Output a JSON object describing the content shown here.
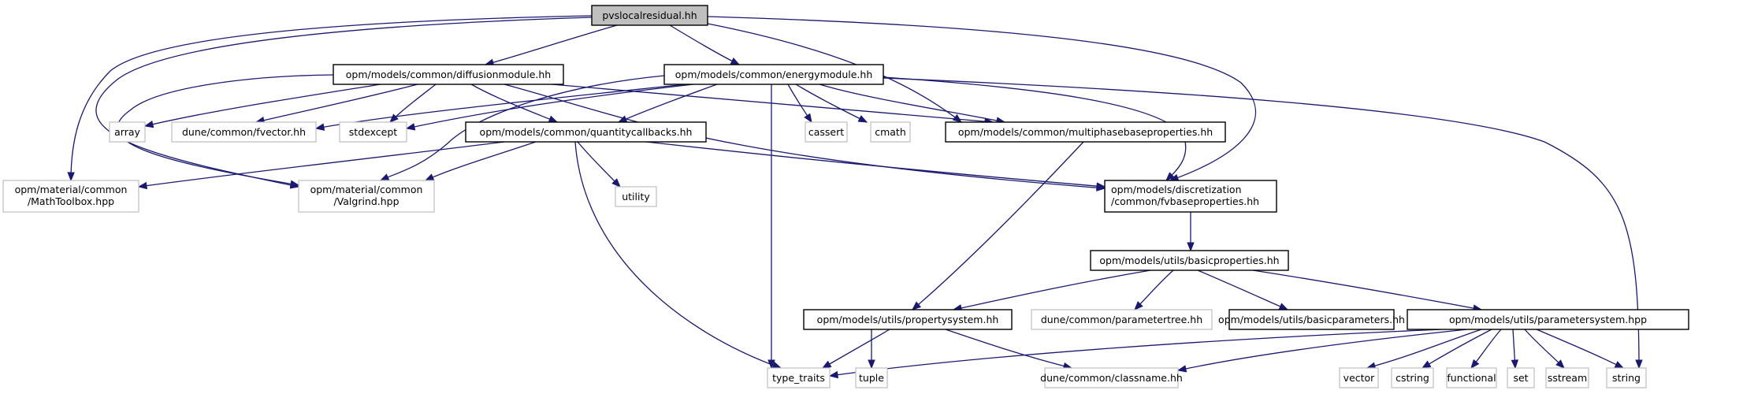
{
  "title": "pvslocalresidual.hh include dependency graph",
  "colors": {
    "edge": "#191970",
    "root_fill": "#bfbfbf",
    "node_border": "#000000",
    "external_border": "#bfbfbf"
  },
  "nodes": [
    {
      "id": "pvslocalresidual",
      "lines": [
        "pvslocalresidual.hh"
      ],
      "kind": "root"
    },
    {
      "id": "diffusionmodule",
      "lines": [
        "opm/models/common/diffusionmodule.hh"
      ],
      "kind": "internal"
    },
    {
      "id": "energymodule",
      "lines": [
        "opm/models/common/energymodule.hh"
      ],
      "kind": "internal"
    },
    {
      "id": "array",
      "lines": [
        "array"
      ],
      "kind": "external"
    },
    {
      "id": "fvector",
      "lines": [
        "dune/common/fvector.hh"
      ],
      "kind": "external"
    },
    {
      "id": "stdexcept",
      "lines": [
        "stdexcept"
      ],
      "kind": "external"
    },
    {
      "id": "quantitycallbacks",
      "lines": [
        "opm/models/common/quantitycallbacks.hh"
      ],
      "kind": "internal"
    },
    {
      "id": "cassert",
      "lines": [
        "cassert"
      ],
      "kind": "external"
    },
    {
      "id": "cmath",
      "lines": [
        "cmath"
      ],
      "kind": "external"
    },
    {
      "id": "multiphasebaseproperties",
      "lines": [
        "opm/models/common/multiphasebaseproperties.hh"
      ],
      "kind": "internal"
    },
    {
      "id": "mathtoolbox",
      "lines": [
        "opm/material/common",
        "/MathToolbox.hpp"
      ],
      "kind": "external"
    },
    {
      "id": "valgrind",
      "lines": [
        "opm/material/common",
        "/Valgrind.hpp"
      ],
      "kind": "external"
    },
    {
      "id": "utility",
      "lines": [
        "utility"
      ],
      "kind": "external"
    },
    {
      "id": "fvbaseproperties",
      "lines": [
        "opm/models/discretization",
        "/common/fvbaseproperties.hh"
      ],
      "kind": "internal"
    },
    {
      "id": "basicproperties",
      "lines": [
        "opm/models/utils/basicproperties.hh"
      ],
      "kind": "internal"
    },
    {
      "id": "propertysystem",
      "lines": [
        "opm/models/utils/propertysystem.hh"
      ],
      "kind": "internal"
    },
    {
      "id": "parametertree",
      "lines": [
        "dune/common/parametertree.hh"
      ],
      "kind": "external"
    },
    {
      "id": "basicparameters",
      "lines": [
        "opm/models/utils/basicparameters.hh"
      ],
      "kind": "internal"
    },
    {
      "id": "parametersystem",
      "lines": [
        "opm/models/utils/parametersystem.hpp"
      ],
      "kind": "internal"
    },
    {
      "id": "type_traits",
      "lines": [
        "type_traits"
      ],
      "kind": "external"
    },
    {
      "id": "tuple",
      "lines": [
        "tuple"
      ],
      "kind": "external"
    },
    {
      "id": "classname",
      "lines": [
        "dune/common/classname.hh"
      ],
      "kind": "external"
    },
    {
      "id": "vector",
      "lines": [
        "vector"
      ],
      "kind": "external"
    },
    {
      "id": "cstring",
      "lines": [
        "cstring"
      ],
      "kind": "external"
    },
    {
      "id": "functional",
      "lines": [
        "functional"
      ],
      "kind": "external"
    },
    {
      "id": "set",
      "lines": [
        "set"
      ],
      "kind": "external"
    },
    {
      "id": "sstream",
      "lines": [
        "sstream"
      ],
      "kind": "external"
    },
    {
      "id": "string",
      "lines": [
        "string"
      ],
      "kind": "external"
    }
  ],
  "edges": [
    {
      "from": "pvslocalresidual",
      "to": "diffusionmodule"
    },
    {
      "from": "pvslocalresidual",
      "to": "energymodule"
    },
    {
      "from": "pvslocalresidual",
      "to": "mathtoolbox"
    },
    {
      "from": "pvslocalresidual",
      "to": "valgrind"
    },
    {
      "from": "pvslocalresidual",
      "to": "multiphasebaseproperties"
    },
    {
      "from": "pvslocalresidual",
      "to": "fvbaseproperties"
    },
    {
      "from": "diffusionmodule",
      "to": "array"
    },
    {
      "from": "diffusionmodule",
      "to": "fvector"
    },
    {
      "from": "diffusionmodule",
      "to": "stdexcept"
    },
    {
      "from": "diffusionmodule",
      "to": "quantitycallbacks"
    },
    {
      "from": "diffusionmodule",
      "to": "valgrind"
    },
    {
      "from": "diffusionmodule",
      "to": "multiphasebaseproperties"
    },
    {
      "from": "diffusionmodule",
      "to": "fvbaseproperties"
    },
    {
      "from": "energymodule",
      "to": "fvector"
    },
    {
      "from": "energymodule",
      "to": "stdexcept"
    },
    {
      "from": "energymodule",
      "to": "quantitycallbacks"
    },
    {
      "from": "energymodule",
      "to": "valgrind"
    },
    {
      "from": "energymodule",
      "to": "cassert"
    },
    {
      "from": "energymodule",
      "to": "cmath"
    },
    {
      "from": "energymodule",
      "to": "multiphasebaseproperties"
    },
    {
      "from": "energymodule",
      "to": "fvbaseproperties"
    },
    {
      "from": "energymodule",
      "to": "type_traits"
    },
    {
      "from": "energymodule",
      "to": "string"
    },
    {
      "from": "quantitycallbacks",
      "to": "mathtoolbox"
    },
    {
      "from": "quantitycallbacks",
      "to": "valgrind"
    },
    {
      "from": "quantitycallbacks",
      "to": "utility"
    },
    {
      "from": "quantitycallbacks",
      "to": "fvbaseproperties"
    },
    {
      "from": "quantitycallbacks",
      "to": "type_traits"
    },
    {
      "from": "multiphasebaseproperties",
      "to": "propertysystem"
    },
    {
      "from": "fvbaseproperties",
      "to": "basicproperties"
    },
    {
      "from": "basicproperties",
      "to": "propertysystem"
    },
    {
      "from": "basicproperties",
      "to": "parametertree"
    },
    {
      "from": "basicproperties",
      "to": "basicparameters"
    },
    {
      "from": "basicproperties",
      "to": "parametersystem"
    },
    {
      "from": "propertysystem",
      "to": "type_traits"
    },
    {
      "from": "propertysystem",
      "to": "tuple"
    },
    {
      "from": "propertysystem",
      "to": "classname"
    },
    {
      "from": "parametersystem",
      "to": "type_traits"
    },
    {
      "from": "parametersystem",
      "to": "classname"
    },
    {
      "from": "parametersystem",
      "to": "vector"
    },
    {
      "from": "parametersystem",
      "to": "cstring"
    },
    {
      "from": "parametersystem",
      "to": "functional"
    },
    {
      "from": "parametersystem",
      "to": "set"
    },
    {
      "from": "parametersystem",
      "to": "sstream"
    },
    {
      "from": "parametersystem",
      "to": "string"
    }
  ]
}
